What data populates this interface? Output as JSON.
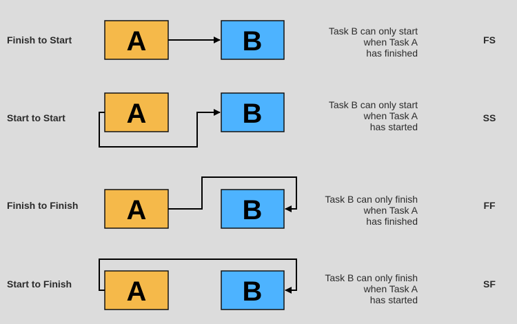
{
  "colors": {
    "task_a_fill": "#f5b94a",
    "task_b_fill": "#4db3ff",
    "background": "#dcdcdc"
  },
  "rows": [
    {
      "label": "Finish to Start",
      "task_a": "A",
      "task_b": "B",
      "description": [
        "Task B can only start",
        "when Task A",
        "has finished"
      ],
      "code": "FS"
    },
    {
      "label": "Start to Start",
      "task_a": "A",
      "task_b": "B",
      "description": [
        "Task B can only start",
        "when Task A",
        "has started"
      ],
      "code": "SS"
    },
    {
      "label": "Finish to Finish",
      "task_a": "A",
      "task_b": "B",
      "description": [
        "Task B can only finish",
        "when Task A",
        "has finished"
      ],
      "code": "FF"
    },
    {
      "label": "Start to Finish",
      "task_a": "A",
      "task_b": "B",
      "description": [
        "Task B can only finish",
        "when Task A",
        "has started"
      ],
      "code": "SF"
    }
  ]
}
